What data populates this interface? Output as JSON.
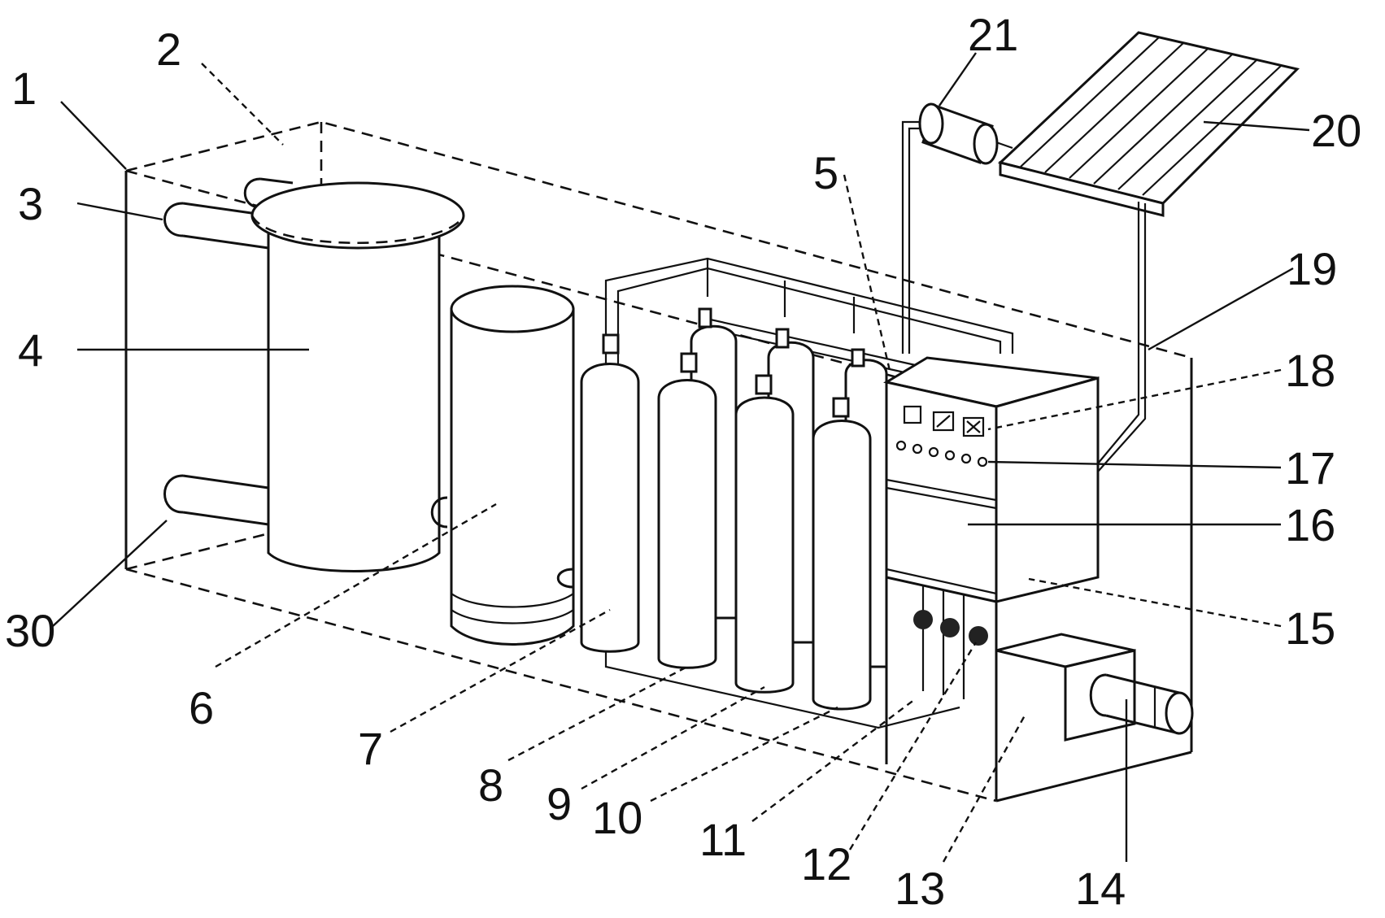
{
  "diagram": {
    "labels": {
      "l1": "1",
      "l2": "2",
      "l3": "3",
      "l4": "4",
      "l5": "5",
      "l6": "6",
      "l7": "7",
      "l8": "8",
      "l9": "9",
      "l10": "10",
      "l11": "11",
      "l12": "12",
      "l13": "13",
      "l14": "14",
      "l15": "15",
      "l16": "16",
      "l17": "17",
      "l18": "18",
      "l19": "19",
      "l20": "20",
      "l21": "21",
      "l30": "30"
    }
  }
}
